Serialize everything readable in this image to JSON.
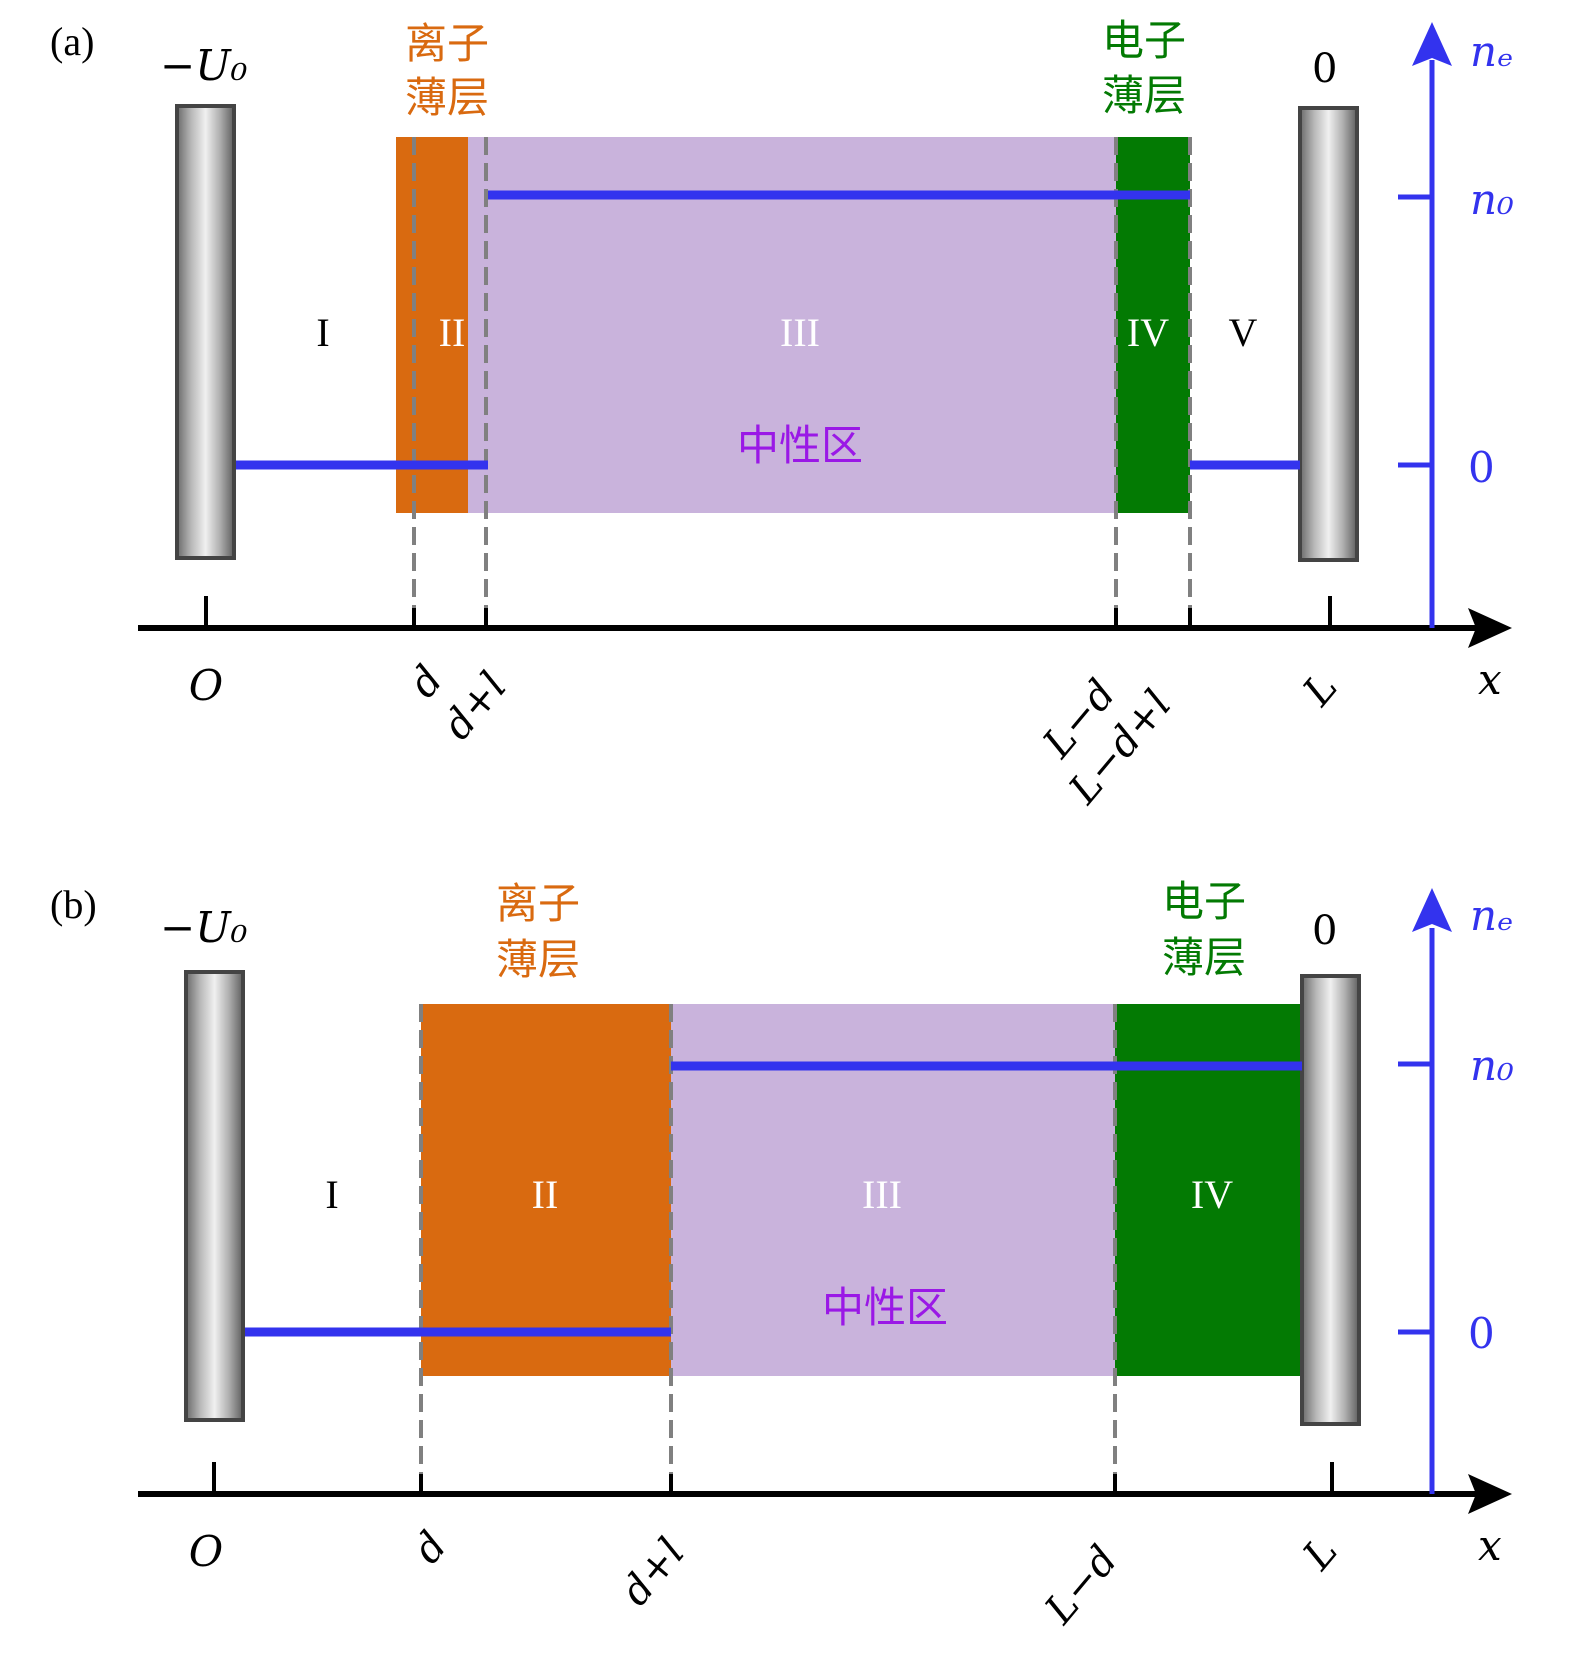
{
  "colors": {
    "ion_sheath": "#d96a10",
    "neutral": "#c9b3dc",
    "electron_sheath": "#037a03",
    "density_line": "#3333ee",
    "neutral_text": "#9a18e6",
    "dash": "#808080",
    "axis": "#000000"
  },
  "panels": [
    {
      "label": "(a)",
      "left_electrode_label": "−U₀",
      "right_electrode_label": "0",
      "ion_sheath_label_line1": "离子",
      "ion_sheath_label_line2": "薄层",
      "electron_sheath_label_line1": "电子",
      "electron_sheath_label_line2": "薄层",
      "neutral_label": "中性区",
      "regions": [
        "I",
        "II",
        "III",
        "IV",
        "V"
      ],
      "x_ticks": [
        "O",
        "d",
        "d+l",
        "L−d",
        "L−d+l",
        "L"
      ],
      "x_axis_label": "x",
      "y_axis_label": "nₑ",
      "y_ticks": [
        "n₀",
        "0"
      ],
      "density_profile": [
        {
          "from": "O",
          "to": "d+l",
          "level": "0"
        },
        {
          "from": "d+l",
          "to": "L−d+l",
          "level": "n₀"
        },
        {
          "from": "L−d+l",
          "to": "L",
          "level": "0"
        }
      ]
    },
    {
      "label": "(b)",
      "left_electrode_label": "−U₀",
      "right_electrode_label": "0",
      "ion_sheath_label_line1": "离子",
      "ion_sheath_label_line2": "薄层",
      "electron_sheath_label_line1": "电子",
      "electron_sheath_label_line2": "薄层",
      "neutral_label": "中性区",
      "regions": [
        "I",
        "II",
        "III",
        "IV"
      ],
      "x_ticks": [
        "O",
        "d",
        "d+l",
        "L−d",
        "L"
      ],
      "x_axis_label": "x",
      "y_axis_label": "nₑ",
      "y_ticks": [
        "n₀",
        "0"
      ],
      "density_profile": [
        {
          "from": "O",
          "to": "d+l",
          "level": "0"
        },
        {
          "from": "d+l",
          "to": "L",
          "level": "n₀"
        }
      ]
    }
  ]
}
